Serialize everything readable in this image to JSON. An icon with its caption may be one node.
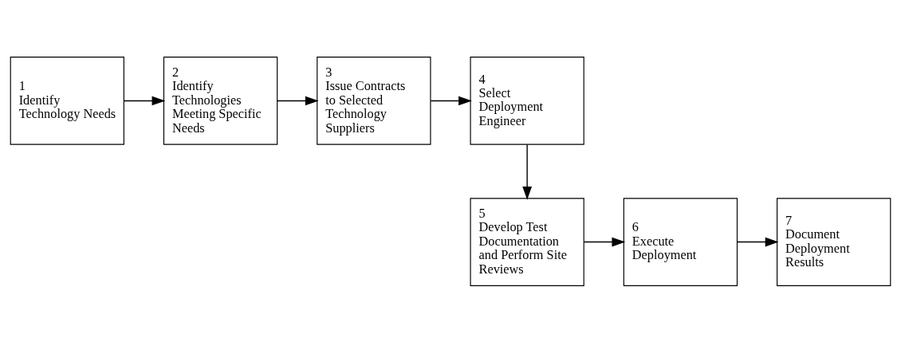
{
  "diagram": {
    "nodes": [
      {
        "text": [
          "1",
          "Identify Technology Needs"
        ]
      },
      {
        "text": [
          "2",
          "Identify Technologies Meeting Specific Needs"
        ]
      },
      {
        "text": [
          "3",
          "Issue Contracts to Selected Technology Suppliers"
        ]
      },
      {
        "text": [
          "4",
          "Select Deployment Engineer"
        ]
      },
      {
        "text": [
          "5",
          "Develop Test Documentation and Perform Site Reviews"
        ]
      },
      {
        "text": [
          "6",
          "Execute Deployment"
        ]
      },
      {
        "text": [
          "7",
          "Document Deployment Results"
        ]
      }
    ],
    "edges": [
      {
        "from": 0,
        "to": 1,
        "arrow": "to"
      },
      {
        "from": 1,
        "to": 2,
        "arrow": "to"
      },
      {
        "from": 2,
        "to": 3,
        "arrow": "to"
      },
      {
        "from": 3,
        "to": 4,
        "arrow": "to"
      },
      {
        "from": 4,
        "to": 5,
        "arrow": "to"
      },
      {
        "from": 5,
        "to": 6,
        "arrow": "to"
      }
    ]
  }
}
